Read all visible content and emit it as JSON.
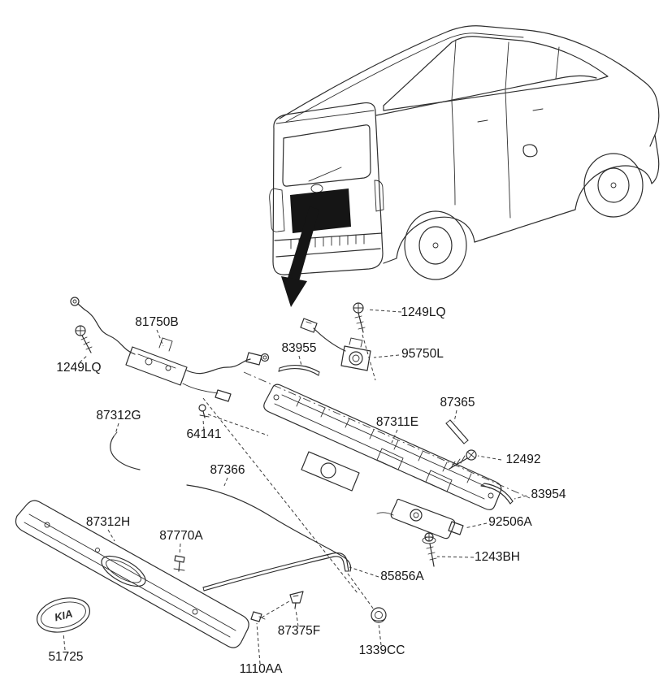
{
  "labels": [
    {
      "part": "81750B"
    },
    {
      "part": "1249LQ"
    },
    {
      "part": "1249LQ"
    },
    {
      "part": "83955"
    },
    {
      "part": "95750L"
    },
    {
      "part": "87312G"
    },
    {
      "part": "64141"
    },
    {
      "part": "87311E"
    },
    {
      "part": "87365"
    },
    {
      "part": "12492"
    },
    {
      "part": "87366"
    },
    {
      "part": "83954"
    },
    {
      "part": "92506A"
    },
    {
      "part": "87312H"
    },
    {
      "part": "87770A"
    },
    {
      "part": "1243BH"
    },
    {
      "part": "85856A"
    },
    {
      "part": "51725"
    },
    {
      "part": "87375F"
    },
    {
      "part": "1110AA"
    },
    {
      "part": "1339CC"
    }
  ],
  "emblem": {
    "text": "KIA"
  },
  "colors": {
    "line": "#2e2e2e",
    "background": "#ffffff",
    "dark_fill": "#151515"
  }
}
